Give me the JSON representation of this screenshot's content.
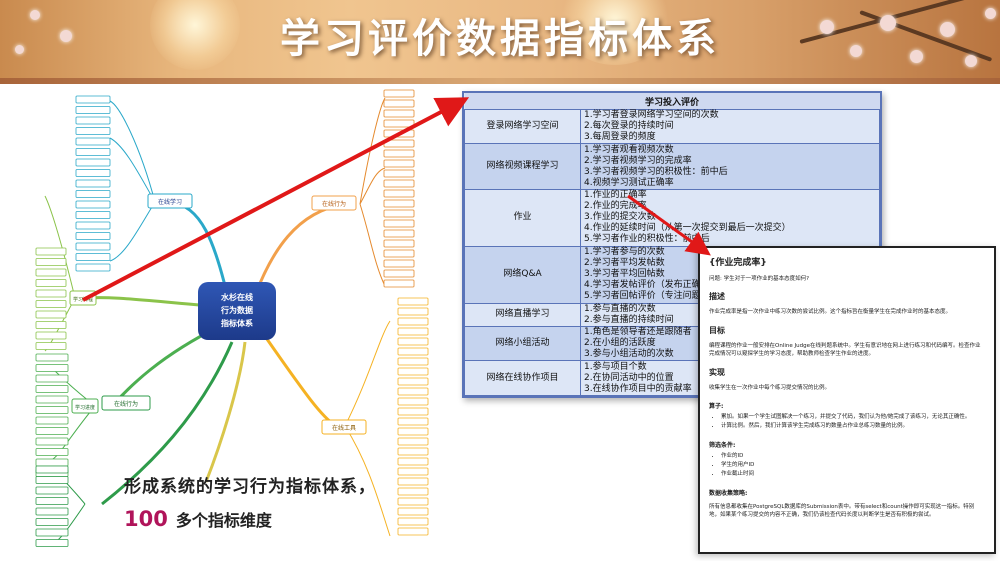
{
  "header": {
    "title": "学习评价数据指标体系"
  },
  "mindmap": {
    "center": [
      "水杉在线",
      "行为数据",
      "指标体系"
    ],
    "branches": {
      "top_left": "在线学习",
      "top_right": "在线行为",
      "left_mid": "学习课程",
      "left_bottom": "学习进度",
      "bottom_left": "在线行为",
      "right_bottom": "在线工具"
    }
  },
  "caption": {
    "line1": "形成系统的学习行为指标体系，",
    "number": "100",
    "line2": "多个指标维度"
  },
  "eval_table": {
    "title": "学习投入评价",
    "rows": [
      {
        "name": "登录网络学习空间",
        "items": [
          "1.学习者登录网络学习空间的次数",
          "2.每次登录的持续时间",
          "3.每周登录的频度"
        ]
      },
      {
        "name": "网络视频课程学习",
        "items": [
          "1.学习者观看视频次数",
          "2.学习者视频学习的完成率",
          "3.学习者视频学习的积极性：前中后",
          "4.视频学习测试正确率"
        ]
      },
      {
        "name": "作业",
        "items": [
          "1.作业的正确率",
          "2.作业的完成率",
          "3.作业的提交次数",
          "4.作业的延续时间（从第一次提交到最后一次提交）",
          "5.学习者作业的积极性：前中后"
        ]
      },
      {
        "name": "网络Q&A",
        "items": [
          "1.学习者参与的次数",
          "2.学习者平均发帖数",
          "3.学习者平均回帖数",
          "4.学习者发帖评价（发布正确的",
          "5.学习者回帖评价（专注问题，"
        ]
      },
      {
        "name": "网络直播学习",
        "items": [
          "1.参与直播的次数",
          "2.参与直播的持续时间"
        ]
      },
      {
        "name": "网络小组活动",
        "items": [
          "1.角色是领导者还是跟随者",
          "2.在小组的活跃度",
          "3.参与小组活动的次数"
        ]
      },
      {
        "name": "网络在线协作项目",
        "items": [
          "1.参与项目个数",
          "2.在协同活动中的位置",
          "3.在线协作项目中的贡献率"
        ]
      }
    ]
  },
  "detail_card": {
    "title": "{作业完成率}",
    "question": "问题: 学生对于一项作业的基本态度如何?",
    "h_desc": "描述",
    "desc": "作业完成率是指一次作业中练习次数的尝试比例。这个指标旨在衡量学生在完成作业时的基本态度。",
    "h_goal": "目标",
    "goal": "编程课程的作业一般安排在Online Judge在线判题系统中。学生有意识地在网上进行练习和代码编写。检查作业完成情况可以窥探学生的学习态度，帮助教师检查学生作业的进度。",
    "h_impl": "实现",
    "impl": "收集学生在一次作业中每个练习提交情况的比例。",
    "h_algo": "算子:",
    "algo": [
      "累加。如果一个学生试图解决一个练习，并提交了代码，我们认为他/她完成了该练习，无论其正确性。",
      "计算比例。然后，我们计算该学生完成练习的数量占作业总练习数量的比例。"
    ],
    "h_filter": "筛选条件:",
    "filter": [
      "作业的ID",
      "学生的用户ID",
      "作业截止时间"
    ],
    "h_collect": "数据收集策略:",
    "collect": "所有信息都收集在PostgreSQL数据库的Submission表中。带有select和count操作即可实现这一指标。特别地，如果某个练习提交的内容不正确，我们仍该检查代码长度以判断学生是否有积极的尝试。"
  }
}
